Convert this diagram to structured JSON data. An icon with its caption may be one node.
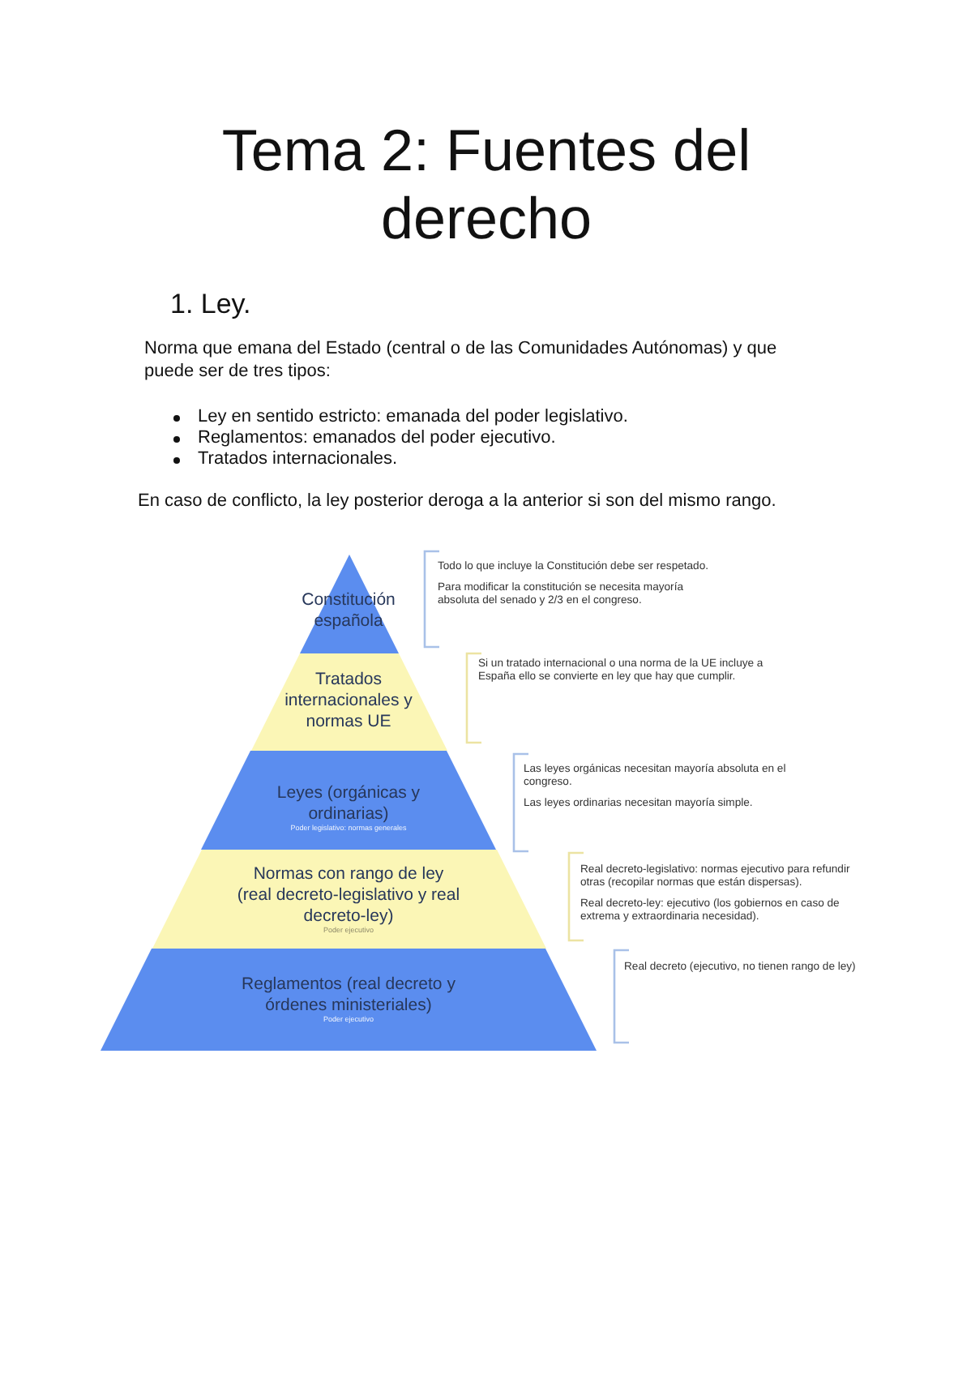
{
  "diagram": {
    "title": "Tema 2: Fuentes del derecho",
    "nodes": [
      {
        "text": [
          "Constitución española"
        ],
        "beside": [
          "Todo lo que incluye la Constitución debe ser respetado.",
          "Para modificar la constitución se necesita mayoría absoluta del senado y 2/3 en el congreso."
        ]
      },
      {
        "text": [
          "Tratados internacionales y normas UE"
        ],
        "beside": [
          "Si un tratado internacional o una norma de la UE incluye a España ello se convierte en ley que hay que cumplir."
        ]
      },
      {
        "text": [
          "Leyes (orgánicas y ordinarias)",
          "Poder legislativo: normas generales"
        ],
        "beside": [
          "Las leyes orgánicas necesitan mayoría absoluta en el congreso.",
          "Las leyes ordinarias necesitan mayoría simple."
        ]
      },
      {
        "text": [
          "Normas con rango de ley (real decreto-legislativo y real decreto-ley)",
          "Poder ejecutivo"
        ],
        "beside": [
          "Real decreto-legislativo: normas ejecutivo para refundir otras (recopilar normas que están dispersas).",
          "Real decreto-ley: ejecutivo (los gobiernos en caso de extrema y extraordinaria necesidad)."
        ]
      },
      {
        "text": [
          "Reglamentos (real decreto y órdenes ministeriales)",
          "Poder ejecutivo"
        ],
        "beside": [
          "Real decreto (ejecutivo, no tienen rango de ley)"
        ]
      }
    ],
    "labels": [
      "1. Ley.",
      "Norma que emana del Estado (central o de las Comunidades Autónomas) y que puede ser de tres tipos:",
      "Ley en sentido estricto: emanada del poder legislativo.",
      "Reglamentos: emanados del poder ejecutivo.",
      "Tratados internacionales.",
      "En caso de conflicto, la ley posterior deroga a la anterior si son del mismo rango."
    ]
  }
}
